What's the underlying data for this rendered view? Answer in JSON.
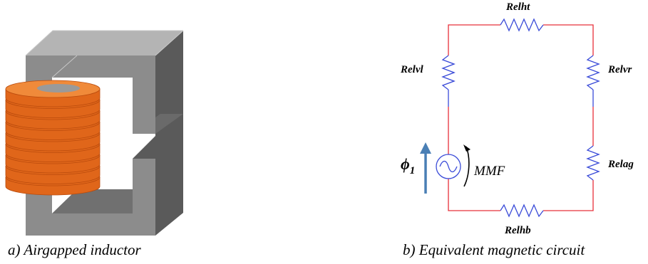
{
  "captions": {
    "left": "a) Airgapped inductor",
    "right": "b) Equivalent magnetic circuit"
  },
  "circuit": {
    "labels": {
      "top": "Relht",
      "left": "Relvl",
      "right": "Relvr",
      "gap": "Relag",
      "bottom": "Relhb",
      "mmf": "MMF",
      "flux_symbol": "ϕ",
      "flux_subscript": "1"
    },
    "colors": {
      "wire_red": "#e8303a",
      "wire_blue": "#3a4bd8",
      "flux_arrow": "#4a7fb5"
    }
  },
  "inductor": {
    "colors": {
      "core_front": "#8c8c8c",
      "core_top": "#b4b4b4",
      "core_side": "#5a5a5a",
      "coil": "#e0661a",
      "coil_dark": "#b94a0c",
      "coil_light": "#f08a3a"
    }
  }
}
